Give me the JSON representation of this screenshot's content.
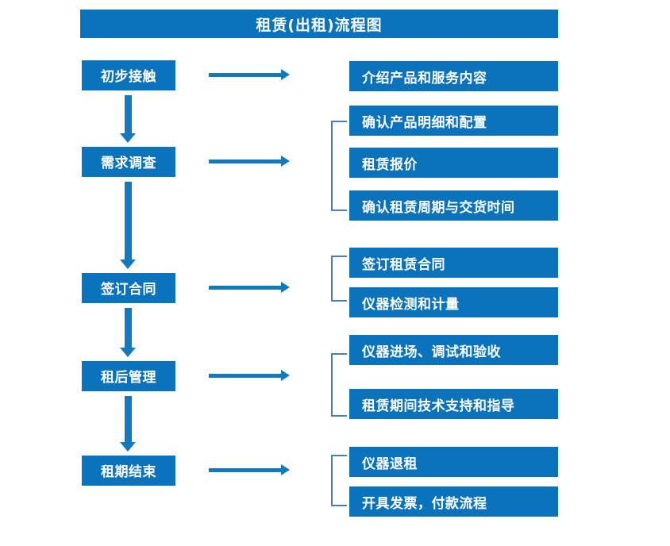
{
  "diagram": {
    "title": "租赁(出租)流程图",
    "accent_color": "#0B73BC",
    "arrow_color": "#1379BE",
    "bracket_color": "#4A7EBB",
    "text_color": "#FFFFFF",
    "stages": [
      {
        "id": "stage-1",
        "label": "初步接触",
        "details": [
          "介绍产品和服务内容"
        ],
        "bracketed": false
      },
      {
        "id": "stage-2",
        "label": "需求调查",
        "details": [
          "确认产品明细和配置",
          "租赁报价",
          "确认租赁周期与交货时间"
        ],
        "bracketed": true
      },
      {
        "id": "stage-3",
        "label": "签订合同",
        "details": [
          "签订租赁合同",
          "仪器检测和计量"
        ],
        "bracketed": true
      },
      {
        "id": "stage-4",
        "label": "租后管理",
        "details": [
          "仪器进场、调试和验收",
          "租赁期间技术支持和指导"
        ],
        "bracketed": true
      },
      {
        "id": "stage-5",
        "label": "租期结束",
        "details": [
          "仪器退租",
          "开具发票，付款流程"
        ],
        "bracketed": true
      }
    ],
    "detail_boxes": [
      "介绍产品和服务内容",
      "确认产品明细和配置",
      "租赁报价",
      "确认租赁周期与交货时间",
      "签订租赁合同",
      "仪器检测和计量",
      "仪器进场、调试和验收",
      "租赁期间技术支持和指导",
      "仪器退租",
      "开具发票，付款流程"
    ],
    "stage_labels": [
      "初步接触",
      "需求调查",
      "签订合同",
      "租后管理",
      "租期结束"
    ],
    "icons": {
      "flow_arrow_down": "down-arrow-icon",
      "flow_arrow_right": "right-arrow-icon",
      "group_bracket": "group-bracket-icon"
    }
  }
}
